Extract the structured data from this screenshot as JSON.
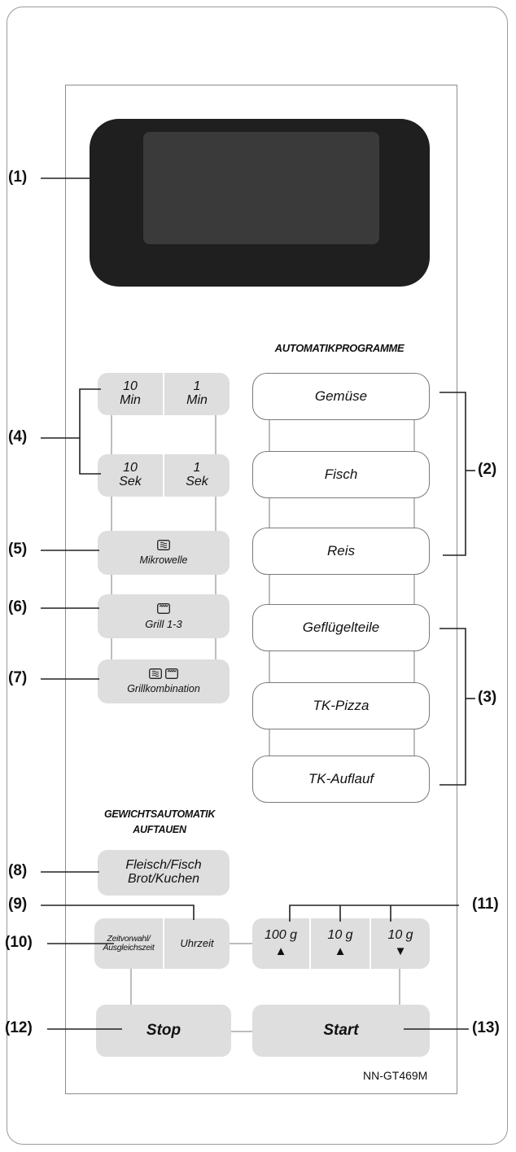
{
  "labels": {
    "l1": "(1)",
    "l2": "(2)",
    "l3": "(3)",
    "l4": "(4)",
    "l5": "(5)",
    "l6": "(6)",
    "l7": "(7)",
    "l8": "(8)",
    "l9": "(9)",
    "l10": "(10)",
    "l11": "(11)",
    "l12": "(12)",
    "l13": "(13)"
  },
  "headings": {
    "auto_programs": "AUTOMATIKPROGRAMME",
    "weight_auto_1": "GEWICHTSAUTOMATIK",
    "weight_auto_2": "AUFTAUEN"
  },
  "time_keys": {
    "ten_min_num": "10",
    "ten_min_unit": "Min",
    "one_min_num": "1",
    "one_min_unit": "Min",
    "ten_sec_num": "10",
    "ten_sec_unit": "Sek",
    "one_sec_num": "1",
    "one_sec_unit": "Sek"
  },
  "mode_keys": {
    "microwave": "Mikrowelle",
    "grill": "Grill 1-3",
    "combo": "Grillkombination"
  },
  "programs": [
    "Gemüse",
    "Fisch",
    "Reis",
    "Geflügelteile",
    "TK-Pizza",
    "TK-Auflauf"
  ],
  "defrost": {
    "line1": "Fleisch/Fisch",
    "line2": "Brot/Kuchen"
  },
  "timer": {
    "preset_1": "Zeitvorwahl/",
    "preset_2": "Ausgleichszeit",
    "clock": "Uhrzeit"
  },
  "weight": {
    "w100": "100 g",
    "w10a": "10 g",
    "w10b": "10 g",
    "up": "▲",
    "down": "▼"
  },
  "control": {
    "stop": "Stop",
    "start": "Start"
  },
  "model": "NN-GT469M",
  "colors": {
    "display": "#1f1f1f",
    "button_gray": "#dedede"
  }
}
